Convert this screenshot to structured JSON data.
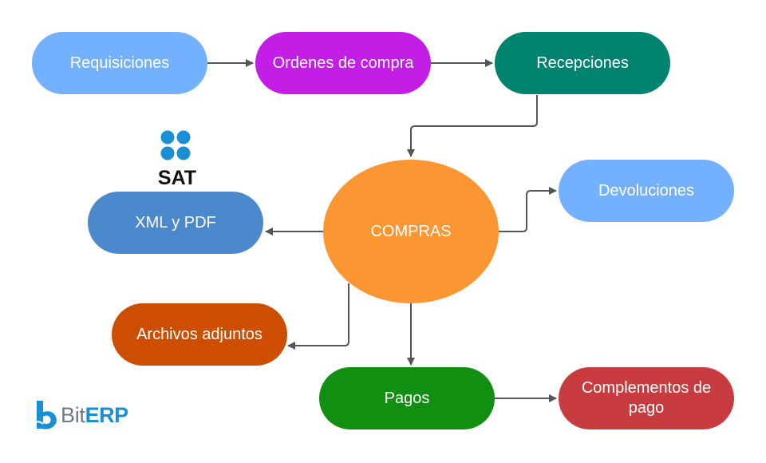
{
  "diagram": {
    "nodes": {
      "requisiciones": {
        "label": "Requisiciones",
        "color": "#73b1ff"
      },
      "ordenes": {
        "label": "Ordenes de compra",
        "color": "#c21ee6"
      },
      "recepciones": {
        "label": "Recepciones",
        "color": "#00836f"
      },
      "compras": {
        "label": "COMPRAS",
        "color": "#fb9633"
      },
      "devoluciones": {
        "label": "Devoluciones",
        "color": "#73b1ff"
      },
      "xml": {
        "label": "XML y PDF",
        "color": "#4b88cc"
      },
      "archivos": {
        "label": "Archivos adjuntos",
        "color": "#cd4e00"
      },
      "pagos": {
        "label": "Pagos",
        "color": "#108f10"
      },
      "complementos": {
        "label": "Complementos de pago",
        "color": "#c83c3f"
      }
    },
    "edges": [
      {
        "from": "requisiciones",
        "to": "ordenes"
      },
      {
        "from": "ordenes",
        "to": "recepciones"
      },
      {
        "from": "recepciones",
        "to": "compras"
      },
      {
        "from": "compras",
        "to": "devoluciones"
      },
      {
        "from": "compras",
        "to": "xml"
      },
      {
        "from": "compras",
        "to": "archivos"
      },
      {
        "from": "compras",
        "to": "pagos"
      },
      {
        "from": "pagos",
        "to": "complementos"
      }
    ]
  },
  "logos": {
    "sat": {
      "text": "SAT",
      "color": "#1a8fd6"
    },
    "biterp": {
      "text_bit": "Bit",
      "text_erp": "ERP",
      "color": "#1a8fd6"
    }
  }
}
